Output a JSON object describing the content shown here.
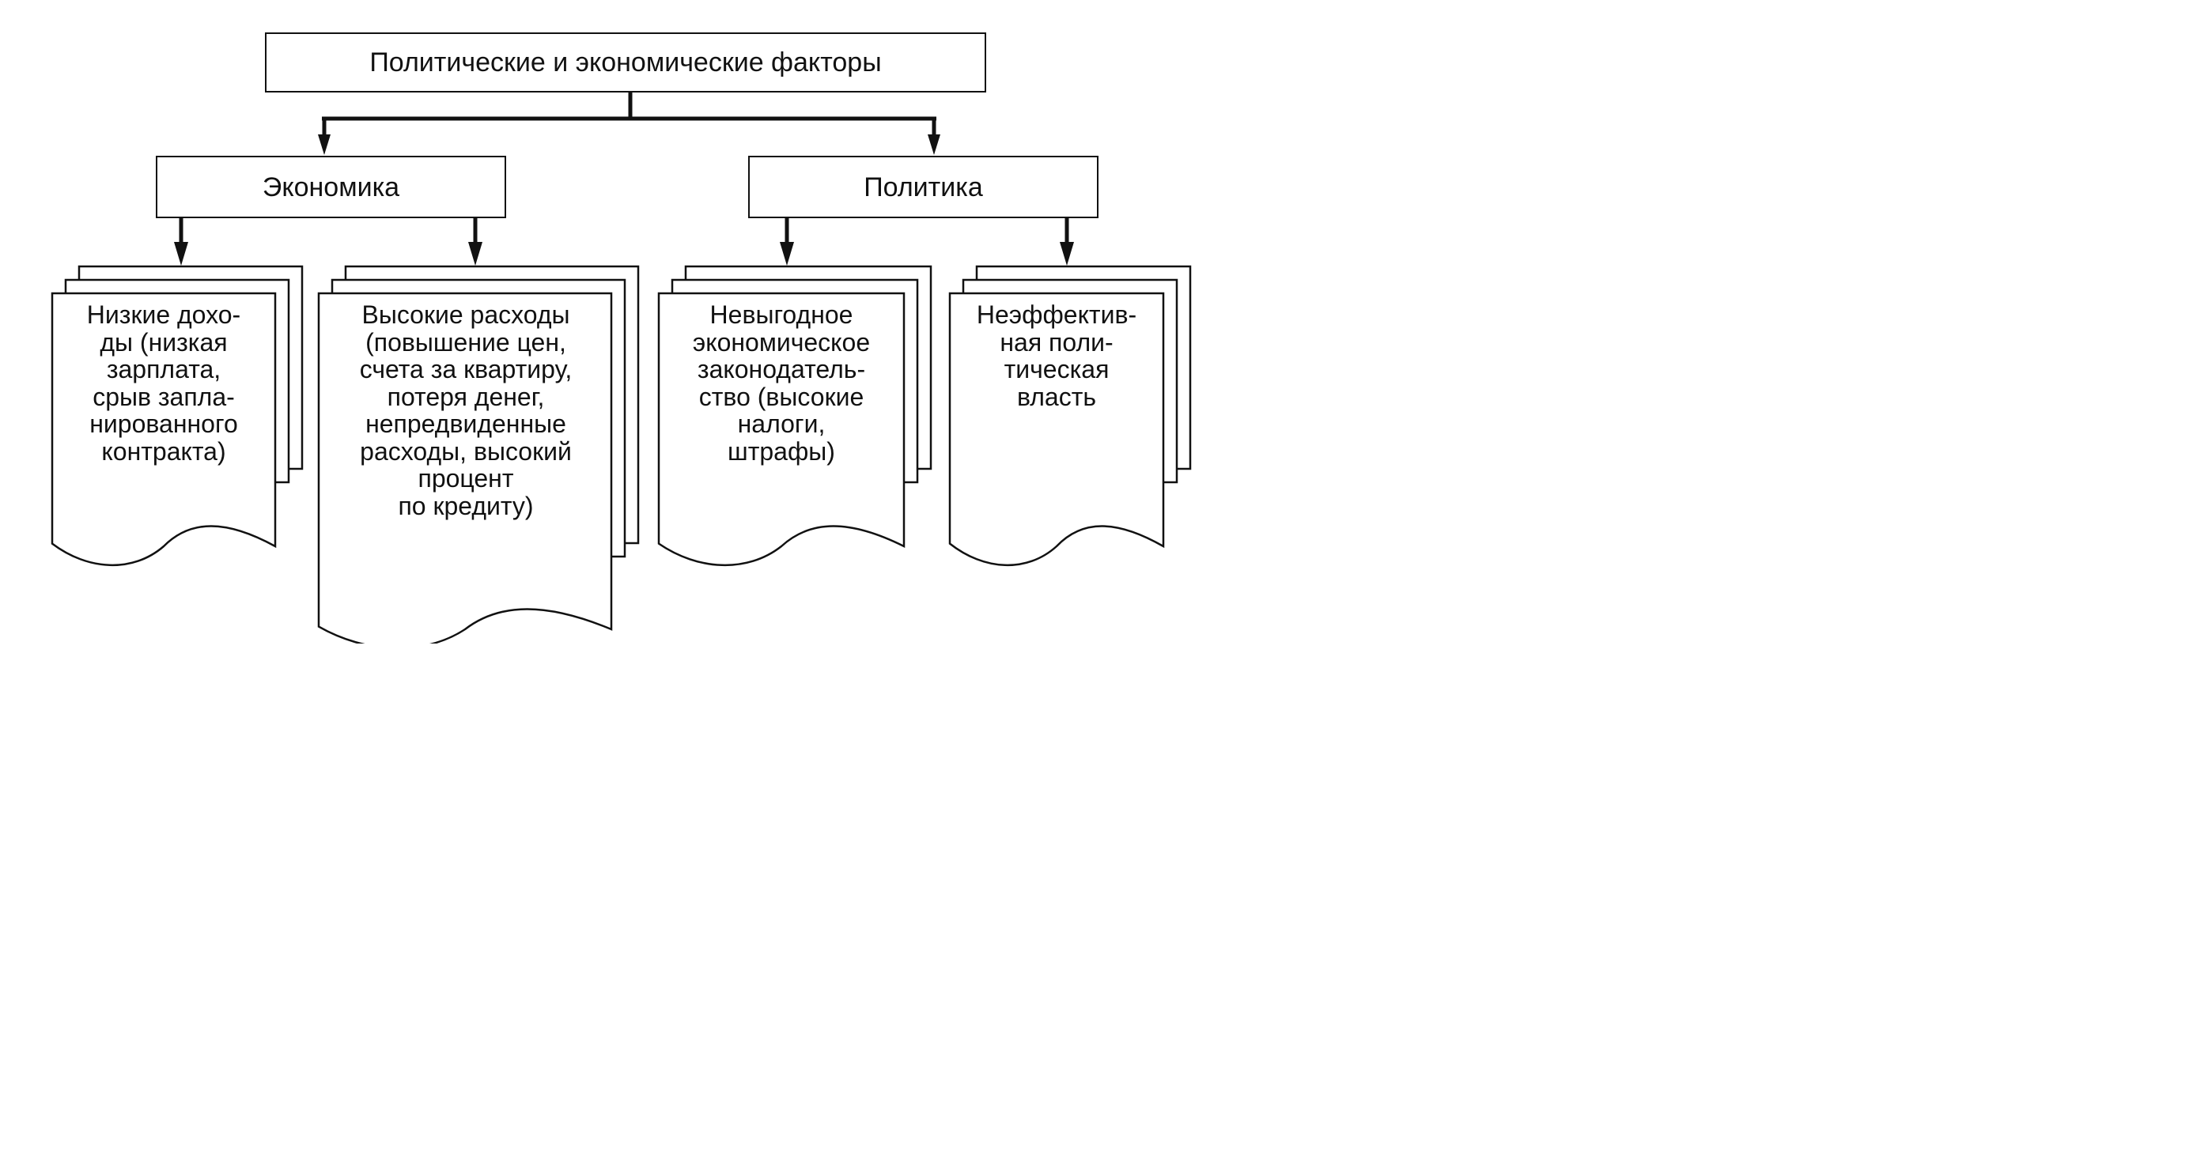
{
  "root": {
    "label": "Политические и экономические факторы"
  },
  "branches": [
    {
      "label": "Экономика"
    },
    {
      "label": "Политика"
    }
  ],
  "documents": [
    {
      "text": "Низкие дохо-\nды (низкая\nзарплата,\nсрыв запла-\nнированного\nконтракта)"
    },
    {
      "text": "Высокие расходы\n(повышение цен,\nсчета за квартиру,\nпотеря денег,\nнепредвиденные\nрасходы, высокий\nпроцент\nпо кредиту)"
    },
    {
      "text": "Невыгодное\nэкономическое\nзаконодатель-\nство (высокие\nналоги,\nштрафы)"
    },
    {
      "text": "Неэффектив-\nная поли-\nтическая\nвласть"
    }
  ]
}
